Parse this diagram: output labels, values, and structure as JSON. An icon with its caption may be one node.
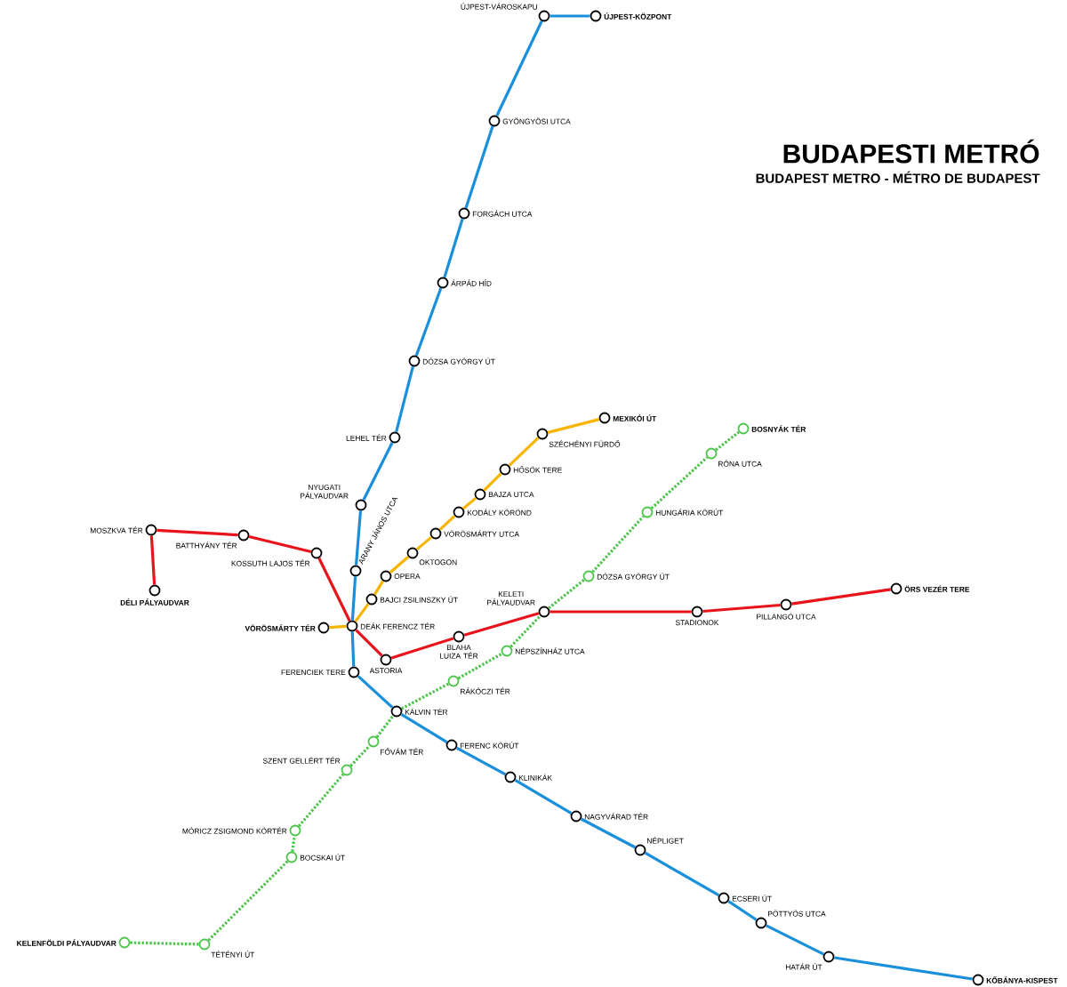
{
  "diagram": {
    "title": "BUDAPESTI METRÓ",
    "nodes": [
      {
        "text": [
          "ÚJPEST-KÖZPONT"
        ]
      },
      {
        "text": [
          "ÚJPEST-VÁROSKAPU"
        ]
      },
      {
        "text": [
          "GYÖNGYÖSI UTCA"
        ]
      },
      {
        "text": [
          "FORGÁCH UTCA"
        ]
      },
      {
        "text": [
          "ÁRPÁD HÍD"
        ]
      },
      {
        "text": [
          "DÓZSA GYÖRGY ÚT"
        ]
      },
      {
        "text": [
          "LEHEL TÉR"
        ]
      },
      {
        "text": [
          "NYUGATI PÁLYAUDVAR"
        ]
      },
      {
        "text": [
          "ARANY JÁNOS UTCA"
        ]
      },
      {
        "text": [
          "DEÁK FERENCZ TÉR"
        ]
      },
      {
        "text": [
          "FERENCIEK TERE"
        ]
      },
      {
        "text": [
          "KÁLVIN TÉR"
        ]
      },
      {
        "text": [
          "FERENC KÖRÚT"
        ]
      },
      {
        "text": [
          "KLINIKÁK"
        ]
      },
      {
        "text": [
          "NAGYVÁRAD TÉR"
        ]
      },
      {
        "text": [
          "NÉPLIGET"
        ]
      },
      {
        "text": [
          "ECSERI ÚT"
        ]
      },
      {
        "text": [
          "PÖTTYÖS UTCA"
        ]
      },
      {
        "text": [
          "HATÁR ÚT"
        ]
      },
      {
        "text": [
          "KŐBÁNYA-KISPEST"
        ]
      },
      {
        "text": [
          "VÖRÖSMÁRTY TÉR"
        ]
      },
      {
        "text": [
          "BAJCI ZSILINSZKY ÚT"
        ]
      },
      {
        "text": [
          "OPERA"
        ]
      },
      {
        "text": [
          "OKTOGON"
        ]
      },
      {
        "text": [
          "VÖRÖSMÁRTY UTCA"
        ]
      },
      {
        "text": [
          "KODÁLY KÖRÖND"
        ]
      },
      {
        "text": [
          "BAJZA UTCA"
        ]
      },
      {
        "text": [
          "HŐSÖK TERE"
        ]
      },
      {
        "text": [
          "SZÉCHÉNYI FÜRDŐ"
        ]
      },
      {
        "text": [
          "MEXIKÓI ÚT"
        ]
      },
      {
        "text": [
          "DÉLI PÁLYAUDVAR"
        ]
      },
      {
        "text": [
          "MOSZKVA TÉR"
        ]
      },
      {
        "text": [
          "BATTHYÁNY TÉR"
        ]
      },
      {
        "text": [
          "KOSSUTH LAJOS TÉR"
        ]
      },
      {
        "text": [
          "ASTORIA"
        ]
      },
      {
        "text": [
          "BLAHA LUIZA TÉR"
        ]
      },
      {
        "text": [
          "KELETI PÁLYAUDVAR"
        ]
      },
      {
        "text": [
          "STADIONOK"
        ]
      },
      {
        "text": [
          "PILLANGÓ UTCA"
        ]
      },
      {
        "text": [
          "ÖRS VEZÉR TERE"
        ]
      },
      {
        "text": [
          "KELENFÖLDI PÁLYAUDVAR"
        ]
      },
      {
        "text": [
          "TÉTÉNYI ÚT"
        ]
      },
      {
        "text": [
          "BOCSKAI ÚT"
        ]
      },
      {
        "text": [
          "MÓRICZ ZSIGMOND KÖRTÉR"
        ]
      },
      {
        "text": [
          "SZENT GELLÉRT TÉR"
        ]
      },
      {
        "text": [
          "FŐVÁM TÉR"
        ]
      },
      {
        "text": [
          "RÁKÓCZI TÉR"
        ]
      },
      {
        "text": [
          "NÉPSZÍNHÁZ UTCA"
        ]
      },
      {
        "text": [
          "DÓZSA GYÖRGY ÚT"
        ]
      },
      {
        "text": [
          "HUNGÁRIA KÖRÚT"
        ]
      },
      {
        "text": [
          "RÓNA UTCA"
        ]
      },
      {
        "text": [
          "BOSNYÁK TÉR"
        ]
      }
    ],
    "edges": [
      {
        "from": 0,
        "to": 1,
        "arrow": "none",
        "color": "#1a8fdb"
      },
      {
        "from": 1,
        "to": 2,
        "arrow": "none",
        "color": "#1a8fdb"
      },
      {
        "from": 2,
        "to": 3,
        "arrow": "none",
        "color": "#1a8fdb"
      },
      {
        "from": 3,
        "to": 4,
        "arrow": "none",
        "color": "#1a8fdb"
      },
      {
        "from": 4,
        "to": 5,
        "arrow": "none",
        "color": "#1a8fdb"
      },
      {
        "from": 5,
        "to": 6,
        "arrow": "none",
        "color": "#1a8fdb"
      },
      {
        "from": 6,
        "to": 7,
        "arrow": "none",
        "color": "#1a8fdb"
      },
      {
        "from": 7,
        "to": 8,
        "arrow": "none",
        "color": "#1a8fdb"
      },
      {
        "from": 8,
        "to": 9,
        "arrow": "none",
        "color": "#1a8fdb"
      },
      {
        "from": 9,
        "to": 10,
        "arrow": "none",
        "color": "#1a8fdb"
      },
      {
        "from": 10,
        "to": 11,
        "arrow": "none",
        "color": "#1a8fdb"
      },
      {
        "from": 11,
        "to": 12,
        "arrow": "none",
        "color": "#1a8fdb"
      },
      {
        "from": 12,
        "to": 13,
        "arrow": "none",
        "color": "#1a8fdb"
      },
      {
        "from": 13,
        "to": 14,
        "arrow": "none",
        "color": "#1a8fdb"
      },
      {
        "from": 14,
        "to": 15,
        "arrow": "none",
        "color": "#1a8fdb"
      },
      {
        "from": 15,
        "to": 16,
        "arrow": "none",
        "color": "#1a8fdb"
      },
      {
        "from": 16,
        "to": 17,
        "arrow": "none",
        "color": "#1a8fdb"
      },
      {
        "from": 17,
        "to": 18,
        "arrow": "none",
        "color": "#1a8fdb"
      },
      {
        "from": 18,
        "to": 19,
        "arrow": "none",
        "color": "#1a8fdb"
      },
      {
        "from": 20,
        "to": 9,
        "arrow": "none",
        "color": "#f7b500"
      },
      {
        "from": 9,
        "to": 21,
        "arrow": "none",
        "color": "#f7b500"
      },
      {
        "from": 21,
        "to": 22,
        "arrow": "none",
        "color": "#f7b500"
      },
      {
        "from": 22,
        "to": 23,
        "arrow": "none",
        "color": "#f7b500"
      },
      {
        "from": 23,
        "to": 24,
        "arrow": "none",
        "color": "#f7b500"
      },
      {
        "from": 24,
        "to": 25,
        "arrow": "none",
        "color": "#f7b500"
      },
      {
        "from": 25,
        "to": 26,
        "arrow": "none",
        "color": "#f7b500"
      },
      {
        "from": 26,
        "to": 27,
        "arrow": "none",
        "color": "#f7b500"
      },
      {
        "from": 27,
        "to": 28,
        "arrow": "none",
        "color": "#f7b500"
      },
      {
        "from": 28,
        "to": 29,
        "arrow": "none",
        "color": "#f7b500"
      },
      {
        "from": 30,
        "to": 31,
        "arrow": "none",
        "color": "#e8141c"
      },
      {
        "from": 31,
        "to": 32,
        "arrow": "none",
        "color": "#e8141c"
      },
      {
        "from": 32,
        "to": 33,
        "arrow": "none",
        "color": "#e8141c"
      },
      {
        "from": 33,
        "to": 9,
        "arrow": "none",
        "color": "#e8141c"
      },
      {
        "from": 9,
        "to": 34,
        "arrow": "none",
        "color": "#e8141c"
      },
      {
        "from": 34,
        "to": 35,
        "arrow": "none",
        "color": "#e8141c"
      },
      {
        "from": 35,
        "to": 36,
        "arrow": "none",
        "color": "#e8141c"
      },
      {
        "from": 36,
        "to": 37,
        "arrow": "none",
        "color": "#e8141c"
      },
      {
        "from": 37,
        "to": 38,
        "arrow": "none",
        "color": "#e8141c"
      },
      {
        "from": 38,
        "to": 39,
        "arrow": "none",
        "color": "#e8141c"
      },
      {
        "from": 40,
        "to": 41,
        "arrow": "none",
        "style": "dashed",
        "color": "#4cc34a"
      },
      {
        "from": 41,
        "to": 42,
        "arrow": "none",
        "style": "dashed",
        "color": "#4cc34a"
      },
      {
        "from": 42,
        "to": 43,
        "arrow": "none",
        "style": "dashed",
        "color": "#4cc34a"
      },
      {
        "from": 43,
        "to": 44,
        "arrow": "none",
        "style": "dashed",
        "color": "#4cc34a"
      },
      {
        "from": 44,
        "to": 45,
        "arrow": "none",
        "style": "dashed",
        "color": "#4cc34a"
      },
      {
        "from": 45,
        "to": 11,
        "arrow": "none",
        "style": "dashed",
        "color": "#4cc34a"
      },
      {
        "from": 11,
        "to": 46,
        "arrow": "none",
        "style": "dashed",
        "color": "#4cc34a"
      },
      {
        "from": 46,
        "to": 47,
        "arrow": "none",
        "style": "dashed",
        "color": "#4cc34a"
      },
      {
        "from": 47,
        "to": 36,
        "arrow": "none",
        "style": "dashed",
        "color": "#4cc34a"
      },
      {
        "from": 36,
        "to": 48,
        "arrow": "none",
        "style": "dashed",
        "color": "#4cc34a"
      },
      {
        "from": 48,
        "to": 49,
        "arrow": "none",
        "style": "dashed",
        "color": "#4cc34a"
      },
      {
        "from": 49,
        "to": 50,
        "arrow": "none",
        "style": "dashed",
        "color": "#4cc34a"
      },
      {
        "from": 50,
        "to": 51,
        "arrow": "none",
        "style": "dashed",
        "color": "#4cc34a"
      }
    ],
    "labels": [
      "BUDAPEST METRO - MÉTRO DE BUDAPEST"
    ]
  }
}
